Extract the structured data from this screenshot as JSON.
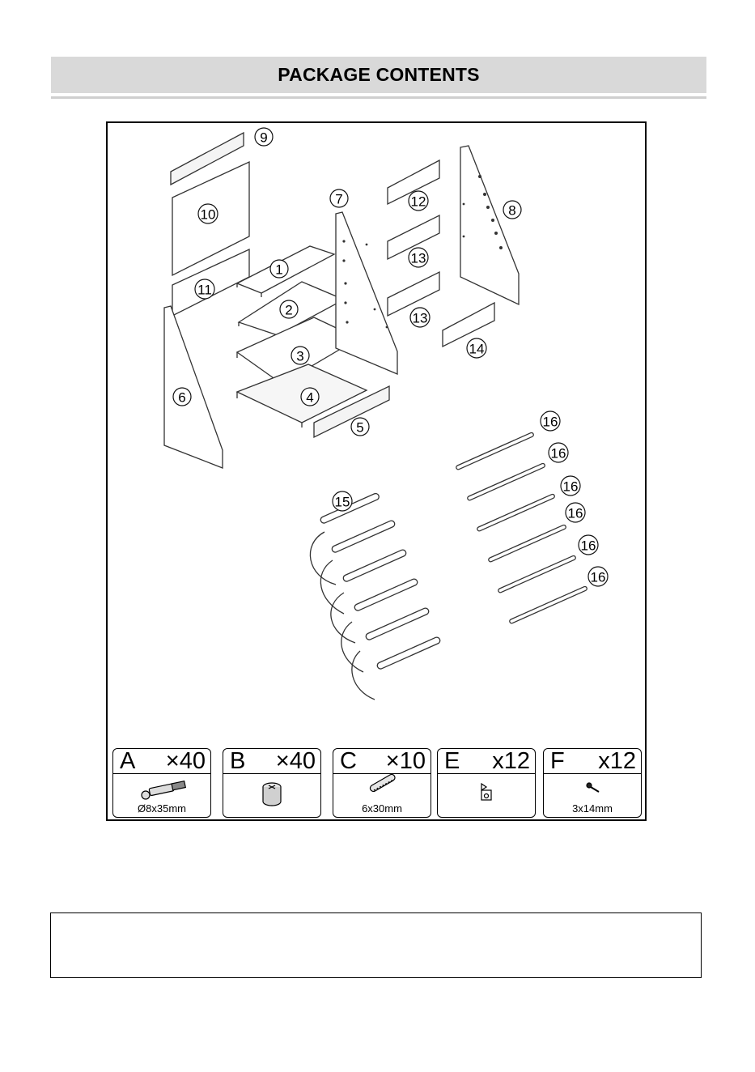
{
  "header": {
    "title": "PACKAGE CONTENTS"
  },
  "parts": {
    "labels": [
      "1",
      "2",
      "3",
      "4",
      "5",
      "6",
      "7",
      "8",
      "9",
      "10",
      "11",
      "12",
      "13",
      "13",
      "14",
      "15",
      "16",
      "16",
      "16",
      "16",
      "16",
      "16"
    ]
  },
  "hardware": [
    {
      "letter": "A",
      "qty": "×40",
      "size": "Ø8x35mm",
      "icon": "cam-bolt-icon"
    },
    {
      "letter": "B",
      "qty": "×40",
      "size": "",
      "icon": "cam-lock-icon"
    },
    {
      "letter": "C",
      "qty": "×10",
      "size": "6x30mm",
      "icon": "wooden-dowel-icon"
    },
    {
      "letter": "E",
      "qty": "x12",
      "size": "",
      "icon": "bracket-icon"
    },
    {
      "letter": "F",
      "qty": "x12",
      "size": "3x14mm",
      "icon": "screw-icon"
    }
  ],
  "note": {
    "text": ""
  }
}
